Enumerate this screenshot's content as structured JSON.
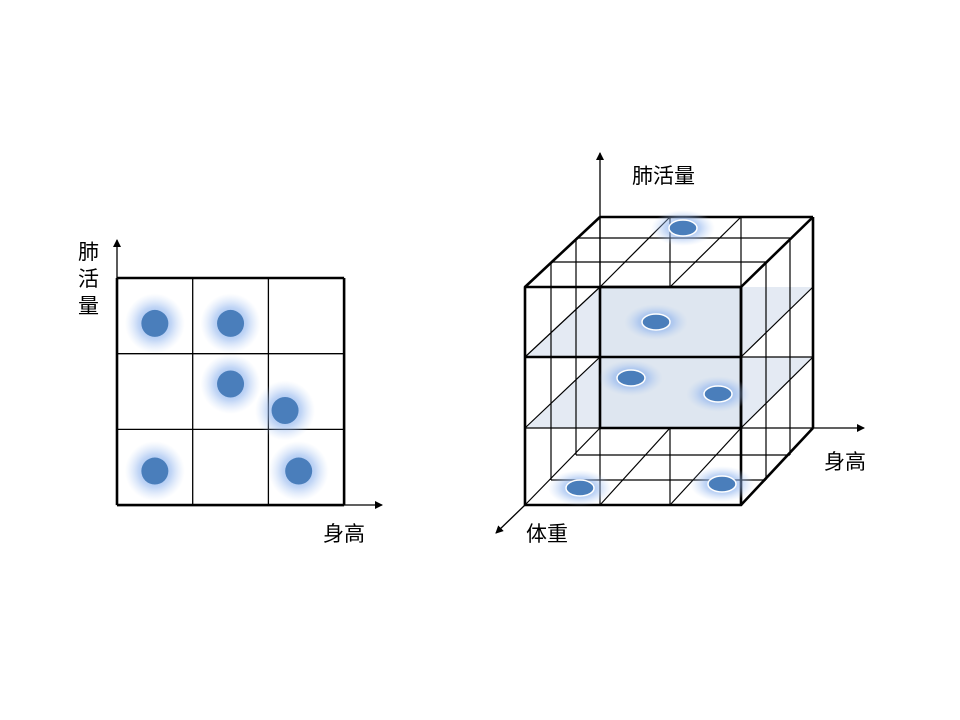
{
  "grid2d": {
    "y_label_chars": [
      "肺",
      "活",
      "量"
    ],
    "x_label": "身高",
    "rows": 3,
    "cols": 3,
    "points": [
      {
        "col": 0.5,
        "row": 2.4
      },
      {
        "col": 1.5,
        "row": 2.4
      },
      {
        "col": 1.5,
        "row": 1.6
      },
      {
        "col": 2.22,
        "row": 1.25
      },
      {
        "col": 0.5,
        "row": 0.45
      },
      {
        "col": 2.4,
        "row": 0.45
      }
    ]
  },
  "grid3d": {
    "z_label": "肺活量",
    "x_label": "身高",
    "depth_label": "体重"
  },
  "colors": {
    "point": "#4a7ebb",
    "glow": "#6fa0e8",
    "plane": "#dbe3ef",
    "line": "#000000"
  }
}
